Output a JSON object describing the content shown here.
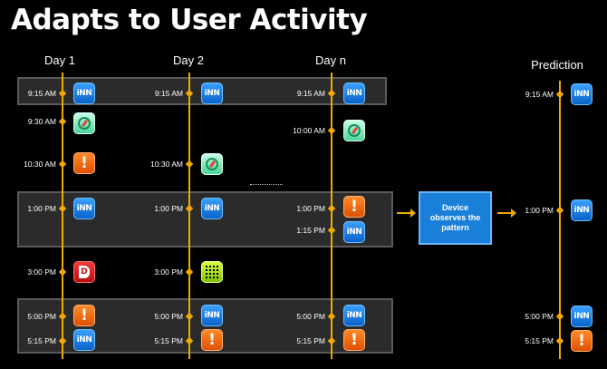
{
  "title": "Adapts to User Activity",
  "columns": {
    "day1": "Day 1",
    "day2": "Day 2",
    "dayn": "Day n",
    "prediction": "Prediction"
  },
  "device_box": "Device observes the pattern",
  "day1": {
    "t915": "9:15 AM",
    "t930": "9:30 AM",
    "t1030": "10:30 AM",
    "t100": "1:00 PM",
    "t300": "3:00 PM",
    "t500": "5:00 PM",
    "t515": "5:15 PM"
  },
  "day2": {
    "t915": "9:15 AM",
    "t1030": "10:30 AM",
    "t100": "1:00 PM",
    "t300": "3:00 PM",
    "t500": "5:00 PM",
    "t515": "5:15 PM"
  },
  "dayn": {
    "t915": "9:15 AM",
    "t1000": "10:00 AM",
    "t100": "1:00 PM",
    "t115": "1:15 PM",
    "t500": "5:00 PM",
    "t515": "5:15 PM"
  },
  "prediction": {
    "t915": "9:15 AM",
    "t100": "1:00 PM",
    "t500": "5:00 PM",
    "t515": "5:15 PM"
  },
  "icon_text": {
    "inn": "iNN",
    "alert": "!",
    "d": "D"
  },
  "colors": {
    "accent": "#f2a900",
    "band": "#2b2b2b",
    "device": "#1a7fd9"
  }
}
